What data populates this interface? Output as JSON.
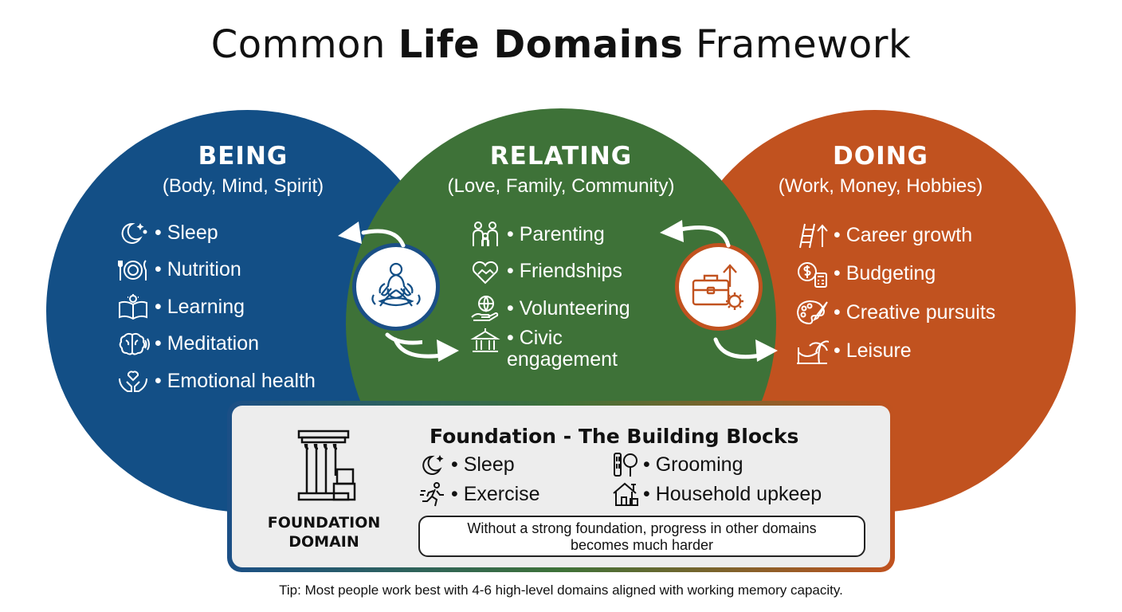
{
  "title": {
    "prefix": "Common ",
    "bold": "Life Domains",
    "suffix": " Framework"
  },
  "domains": {
    "being": {
      "name": "BEING",
      "subtitle": "(Body, Mind, Spirit)",
      "color": "#134f86",
      "items": [
        {
          "label": "Sleep",
          "icon": "moon-stars-icon"
        },
        {
          "label": "Nutrition",
          "icon": "plate-utensils-icon"
        },
        {
          "label": "Learning",
          "icon": "book-lightbulb-icon"
        },
        {
          "label": "Meditation",
          "icon": "brain-icon"
        },
        {
          "label": "Emotional health",
          "icon": "hands-heart-icon"
        }
      ],
      "badge_icon": "meditating-person-icon"
    },
    "relating": {
      "name": "RELATING",
      "subtitle": "(Love, Family, Community)",
      "color": "#3e7238",
      "items": [
        {
          "label": "Parenting",
          "icon": "family-icon"
        },
        {
          "label": "Friendships",
          "icon": "handshake-heart-icon"
        },
        {
          "label": "Volunteering",
          "icon": "globe-hand-icon"
        },
        {
          "label": "Civic engagement",
          "line1": "Civic",
          "line2": "engagement",
          "icon": "civic-building-icon"
        }
      ]
    },
    "doing": {
      "name": "DOING",
      "subtitle": "(Work, Money, Hobbies)",
      "color": "#c1521f",
      "items": [
        {
          "label": "Career growth",
          "icon": "ladder-arrow-icon"
        },
        {
          "label": "Budgeting",
          "icon": "coins-calculator-icon"
        },
        {
          "label": "Creative pursuits",
          "icon": "palette-brush-icon"
        },
        {
          "label": "Leisure",
          "icon": "hammock-palm-icon"
        }
      ],
      "badge_icon": "briefcase-growth-icon"
    }
  },
  "foundation": {
    "title": "Foundation - The Building Blocks",
    "label_line1": "FOUNDATION",
    "label_line2": "DOMAIN",
    "icon": "pillar-blocks-icon",
    "items": [
      {
        "label": "Sleep",
        "icon": "moon-stars-icon"
      },
      {
        "label": "Exercise",
        "icon": "running-person-icon"
      },
      {
        "label": "Grooming",
        "icon": "comb-mirror-icon"
      },
      {
        "label": "Household upkeep",
        "icon": "house-tools-icon"
      }
    ],
    "note_line1": "Without a strong foundation, progress in other domains",
    "note_line2": "becomes much harder"
  },
  "tip": "Tip: Most people work best with 4-6 high-level domains aligned with working memory capacity."
}
